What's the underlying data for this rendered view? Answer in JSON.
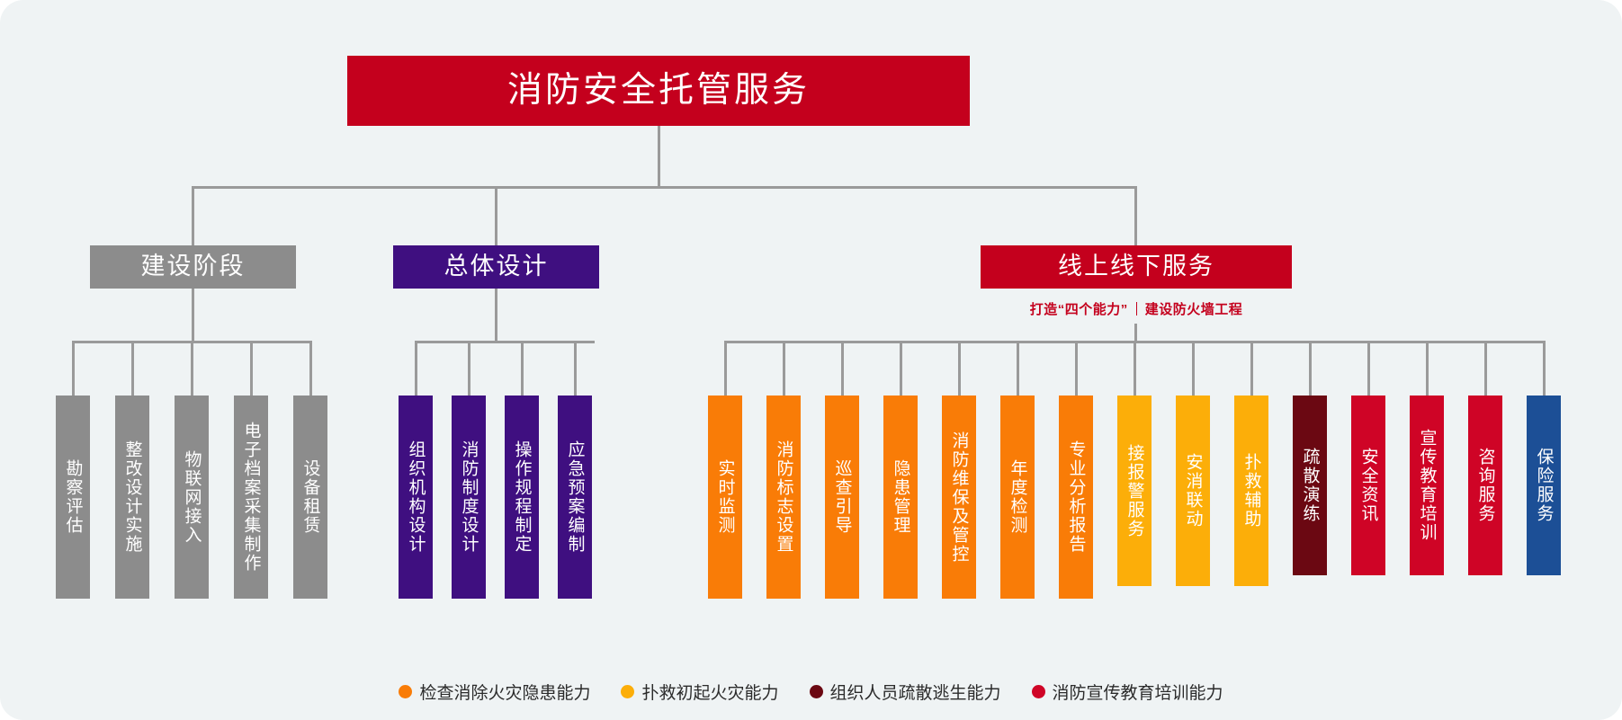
{
  "root": {
    "label": "消防安全托管服务",
    "color": "#c4001d"
  },
  "branches": [
    {
      "id": "construction",
      "label": "建设阶段",
      "color": "#8c8c8c",
      "children": [
        {
          "label": "勘察评估",
          "color": "#8c8c8c"
        },
        {
          "label": "整改设计实施",
          "color": "#8c8c8c"
        },
        {
          "label": "物联网接入",
          "color": "#8c8c8c"
        },
        {
          "label": "电子档案采集制作",
          "color": "#8c8c8c"
        },
        {
          "label": "设备租赁",
          "color": "#8c8c8c"
        }
      ]
    },
    {
      "id": "overall-design",
      "label": "总体设计",
      "color": "#3f0f80",
      "children": [
        {
          "label": "组织机构设计",
          "color": "#3f0f80"
        },
        {
          "label": "消防制度设计",
          "color": "#3f0f80"
        },
        {
          "label": "操作规程制定",
          "color": "#3f0f80"
        },
        {
          "label": "应急预案编制",
          "color": "#3f0f80"
        }
      ]
    },
    {
      "id": "online-offline-service",
      "label": "线上线下服务",
      "color": "#c4001d",
      "subtitle_left": "打造“四个能力”",
      "subtitle_right": "建设防火墙工程",
      "children": [
        {
          "label": "实时监测",
          "color": "#f97c07"
        },
        {
          "label": "消防标志设置",
          "color": "#f97c07"
        },
        {
          "label": "巡查引导",
          "color": "#f97c07"
        },
        {
          "label": "隐患管理",
          "color": "#f97c07"
        },
        {
          "label": "消防维保及管控",
          "color": "#f97c07"
        },
        {
          "label": "年度检测",
          "color": "#f97c07"
        },
        {
          "label": "专业分析报告",
          "color": "#f97c07"
        },
        {
          "label": "接报警服务",
          "color": "#fcae09"
        },
        {
          "label": "安消联动",
          "color": "#fcae09"
        },
        {
          "label": "扑救辅助",
          "color": "#fcae09"
        },
        {
          "label": "疏散演练",
          "color": "#6b0812"
        },
        {
          "label": "安全资讯",
          "color": "#cf0426"
        },
        {
          "label": "宣传教育培训",
          "color": "#cf0426"
        },
        {
          "label": "咨询服务",
          "color": "#cf0426"
        },
        {
          "label": "保险服务",
          "color": "#1c4f96"
        }
      ]
    }
  ],
  "legend": [
    {
      "label": "检查消除火灾隐患能力",
      "color": "#f97c07"
    },
    {
      "label": "扑救初起火灾能力",
      "color": "#fcae09"
    },
    {
      "label": "组织人员疏散逃生能力",
      "color": "#6b0812"
    },
    {
      "label": "消防宣传教育培训能力",
      "color": "#cf0426"
    }
  ]
}
